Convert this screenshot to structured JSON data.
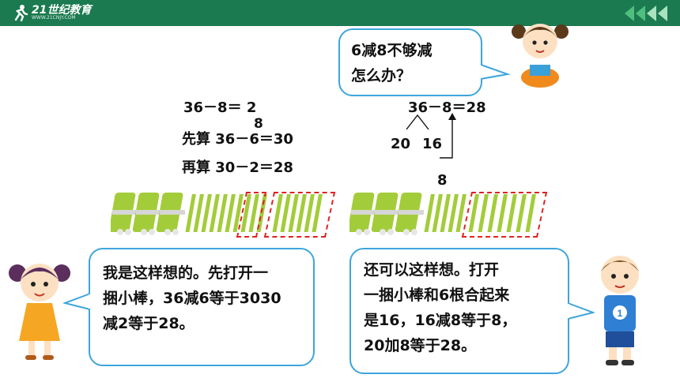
{
  "header": {
    "logo_main": "21世纪教育",
    "logo_sub": "WWW.21CNJY.COM"
  },
  "left_calc": {
    "line1": "36－8＝ 2",
    "line1_overflow": "8",
    "line2": "先算  36－6＝30",
    "line3": "再算  30－2＝28"
  },
  "right_calc": {
    "equation": "36－8＝28",
    "split_left": "20",
    "split_right": "16",
    "carry": "8"
  },
  "top_bubble": {
    "line1": "6减8不够减",
    "line2": "怎么办？"
  },
  "left_bubble": {
    "line1": "我是这样想的。先打开一",
    "line2": "捆小棒，36减6等于3030",
    "line3": "减2等于28。"
  },
  "right_bubble": {
    "line1": "还可以这样想。打开",
    "line2": "一捆小棒和6根合起来",
    "line3": "是16，16减8等于8，",
    "line4": "20加8等于28。"
  },
  "colors": {
    "header_green": "#1b7a4f",
    "bubble_border": "#3da5dd",
    "stick_green": "#a3cc3a",
    "dash_red": "#e02020"
  }
}
